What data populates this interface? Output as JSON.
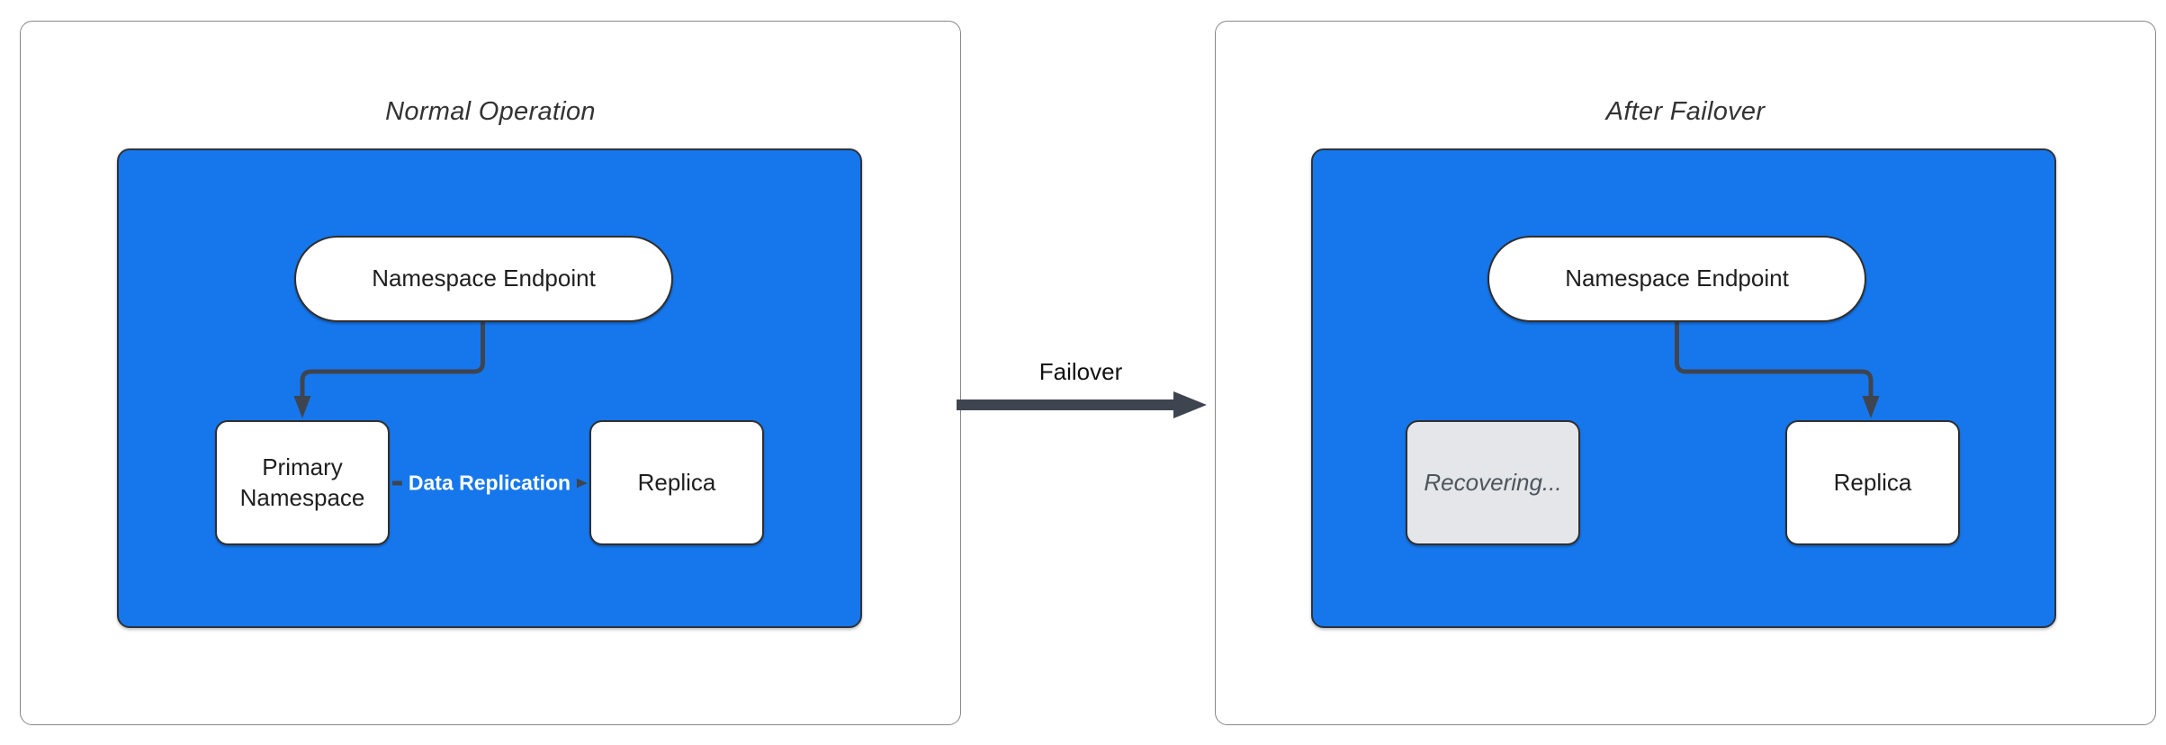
{
  "diagram": {
    "panels": [
      {
        "title": "Normal Operation",
        "nodes": {
          "endpoint": "Namespace Endpoint",
          "primary": "Primary Namespace",
          "replica": "Replica"
        },
        "edge_label": "Data Replication"
      },
      {
        "title": "After Failover",
        "nodes": {
          "endpoint": "Namespace Endpoint",
          "recovering": "Recovering...",
          "replica": "Replica"
        }
      }
    ],
    "transition_label": "Failover"
  },
  "icons": {
    "arrow_right": "right-arrow-icon",
    "arrow_down": "down-arrow-icon"
  },
  "colors": {
    "canvas_bg": "#FFFFFF",
    "container_blue": "#1677EC",
    "panel_border": "#878787",
    "title_text": "#333333",
    "node_fill": "#FFFFFF",
    "node_border": "#2F2F2F",
    "node_text": "#1F1F1F",
    "edge_dark": "#2E333B",
    "arrow": "#3E4450",
    "edge_label_text": "#FFFFFF",
    "failover_text": "#111111",
    "recovering_fill": "#E4E6E9",
    "recovering_text": "#4E555C"
  }
}
